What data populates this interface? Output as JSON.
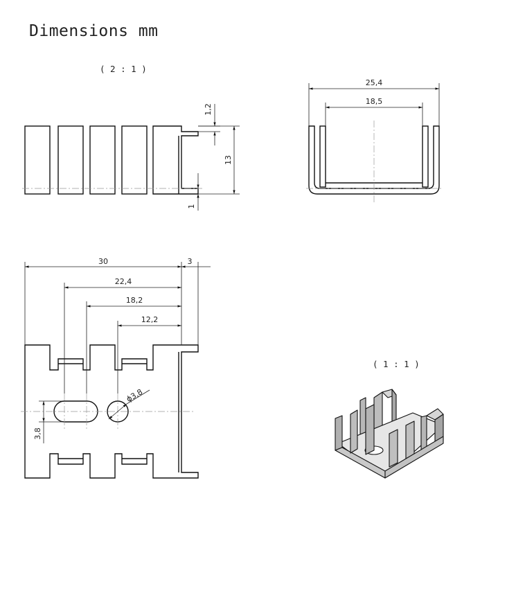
{
  "title": "Dimensions mm",
  "scales": {
    "detail": "( 2 : 1 )",
    "iso": "( 1 : 1 )"
  },
  "dims": {
    "top_thickness": "1,2",
    "height": "13",
    "base_thickness": "1",
    "outer_width": "25,4",
    "inner_width": "18,5",
    "length": "30",
    "flange": "3",
    "slot_pos": "22,4",
    "slot_pos2": "18,2",
    "hole_pos": "12,2",
    "hole_dia": "ϕ3,8",
    "slot_width": "3,8"
  }
}
